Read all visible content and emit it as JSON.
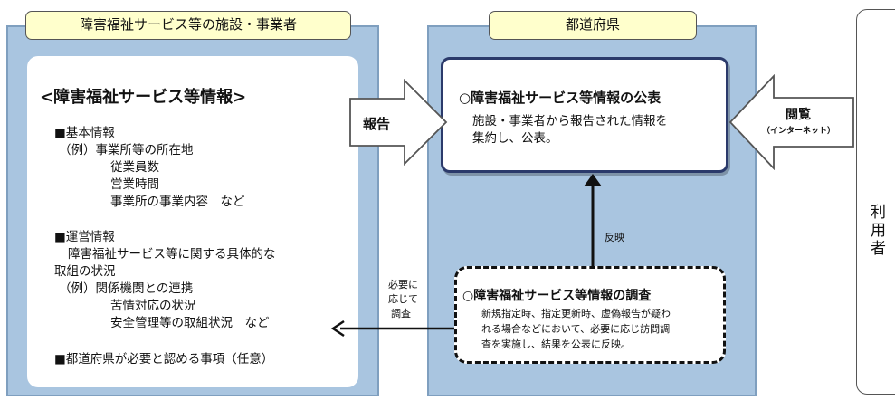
{
  "left_panel": {
    "tab": "障害福祉サービス等の施設・事業者",
    "title": "<障害福祉サービス等情報>",
    "basic": {
      "heading": "■基本情報",
      "example_label": "（例）事業所等の所在地",
      "items": [
        "従業員数",
        "営業時間",
        "事業所の事業内容　など"
      ]
    },
    "operation": {
      "heading": "■運営情報",
      "desc_line1": "障害福祉サービス等に関する具体的な",
      "desc_line2": "取組の状況",
      "example_label": "（例）関係機関との連携",
      "items": [
        "苦情対応の状況",
        "安全管理等の取組状況　など"
      ]
    },
    "optional": "■都道府県が必要と認める事項（任意）"
  },
  "center_panel": {
    "tab": "都道府県",
    "publish": {
      "title": "○障害福祉サービス等情報の公表",
      "desc_line1": "施設・事業者から報告された情報を",
      "desc_line2": "集約し、公表。"
    },
    "reflect_label": "反映",
    "survey": {
      "title": "○障害福祉サービス等情報の調査",
      "desc_lines": [
        "新規指定時、指定更新時、虚偽報告が疑わ",
        "れる場合などにおいて、必要に応じ訪問調",
        "査を実施し、結果を公表に反映。"
      ]
    }
  },
  "arrows": {
    "report_label": "報告",
    "view_label": "閲覧",
    "view_sub": "（インターネット）",
    "investigate_lines": [
      "必要に",
      "応じて",
      "調査"
    ]
  },
  "right_panel": {
    "label_chars": [
      "利",
      "用",
      "者"
    ]
  },
  "colors": {
    "panel_blue": "#a9c5e0",
    "tab_yellow": "#ffffcc",
    "navy_border": "#2b3a6b"
  }
}
